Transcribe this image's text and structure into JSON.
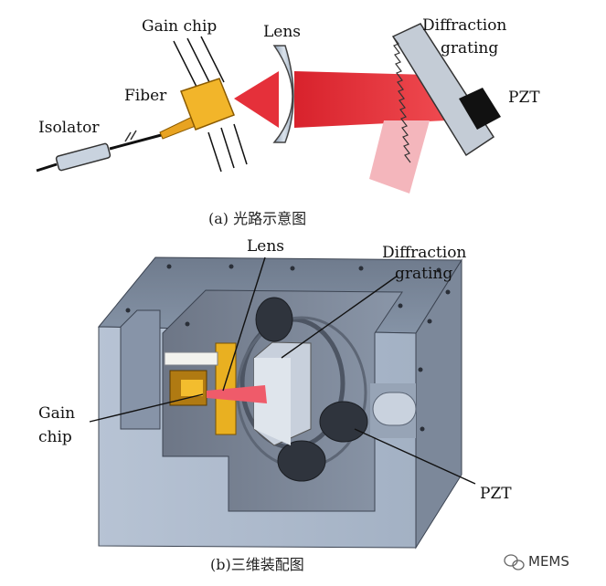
{
  "panel_a": {
    "labels": {
      "gain_chip": "Gain chip",
      "lens": "Lens",
      "diffraction_1": "Diffraction",
      "diffraction_2": "grating",
      "fiber": "Fiber",
      "isolator": "Isolator",
      "pzt": "PZT"
    },
    "caption": "(a) 光路示意图"
  },
  "panel_b": {
    "labels": {
      "lens": "Lens",
      "diffraction_1": "Diffraction",
      "diffraction_2": "grating",
      "gain_1": "Gain",
      "gain_2": "chip",
      "pzt": "PZT"
    },
    "caption": "(b)三维装配图"
  },
  "watermark": "MEMS",
  "colors": {
    "beam": "#e8323a",
    "beam_diffracted": "#f4b8bd",
    "gain_chip": "#f0b428",
    "lens": "#b8c6d6",
    "grating": "#c4ccd6",
    "pzt": "#111111",
    "housing": "#9aa8bc"
  }
}
